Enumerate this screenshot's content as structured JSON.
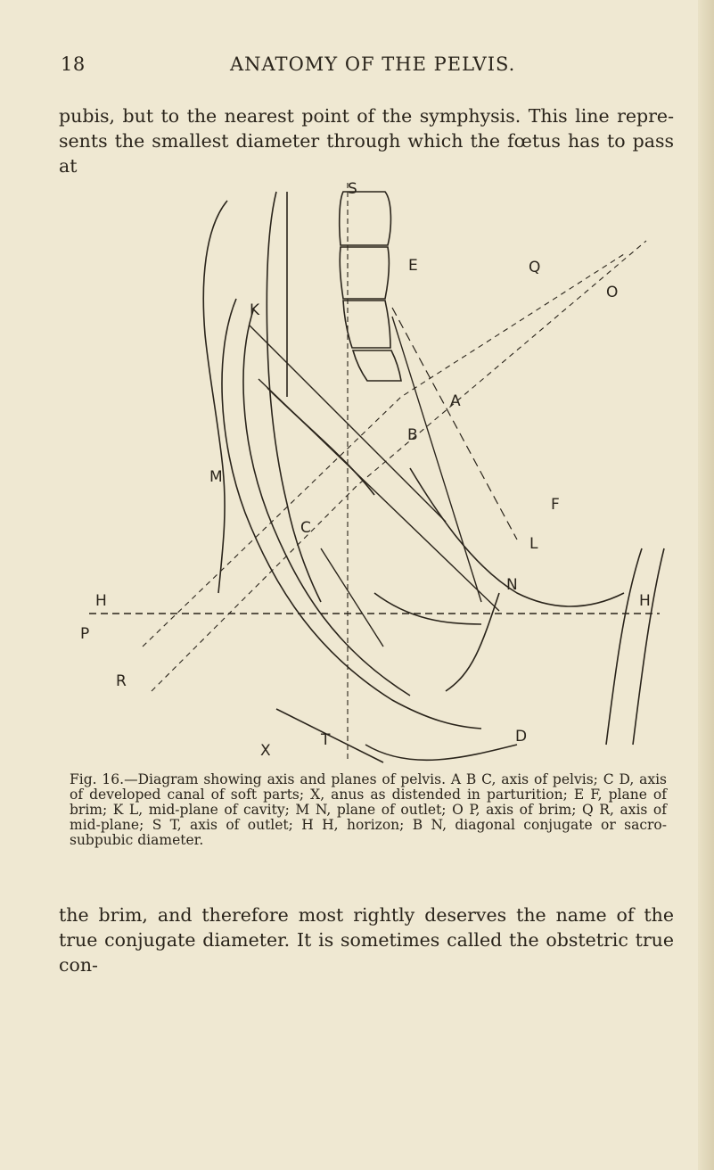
{
  "header": {
    "page_number": "18",
    "title": "ANATOMY OF THE PELVIS."
  },
  "paragraph_top": "pubis, but to the nearest point of the symphysis. This line repre-sents the smallest diameter through which the fœtus has to pass at",
  "figure": {
    "labels": {
      "S": "S",
      "E": "E",
      "Q": "Q",
      "O": "O",
      "K": "K",
      "A": "A",
      "B": "B",
      "M": "M",
      "F": "F",
      "C": "C",
      "L": "L",
      "N": "N",
      "H_left": "H",
      "H_right": "H",
      "P": "P",
      "R": "R",
      "D": "D",
      "X": "X",
      "T": "T"
    }
  },
  "caption": "Fig. 16.—Diagram showing axis and planes of pelvis. A B C, axis of pelvis; C D, axis of developed canal of soft parts; X, anus as distended in parturition; E F, plane of brim; K L, mid-plane of cavity; M N, plane of outlet; O P, axis of brim; Q R, axis of mid-plane; S T, axis of outlet; H H, horizon; B N, diagonal conjugate or sacro-subpubic diameter.",
  "paragraph_bottom": "the brim, and therefore most rightly deserves the name of the true conjugate diameter. It is sometimes called the obstetric true con-"
}
